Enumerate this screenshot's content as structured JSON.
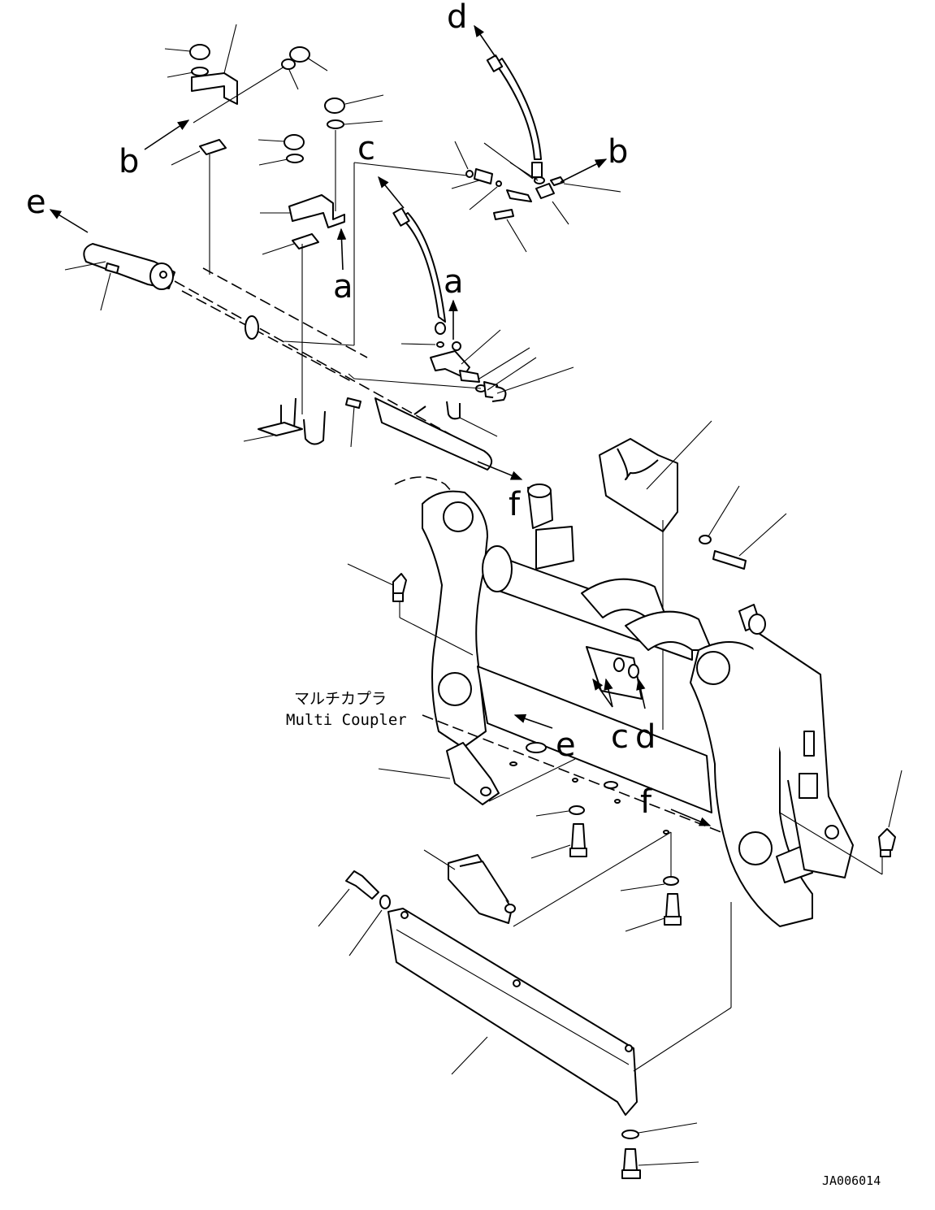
{
  "labels": {
    "a1": "a",
    "a2": "a",
    "b1": "b",
    "b2": "b",
    "c1": "c",
    "c2": "c",
    "d1": "d",
    "d2": "d",
    "e1": "e",
    "e2": "e",
    "f1": "f",
    "f2": "f"
  },
  "caption": {
    "jp": "マルチカプラ",
    "en": "Multi Coupler"
  },
  "drawing_code": "JA006014"
}
